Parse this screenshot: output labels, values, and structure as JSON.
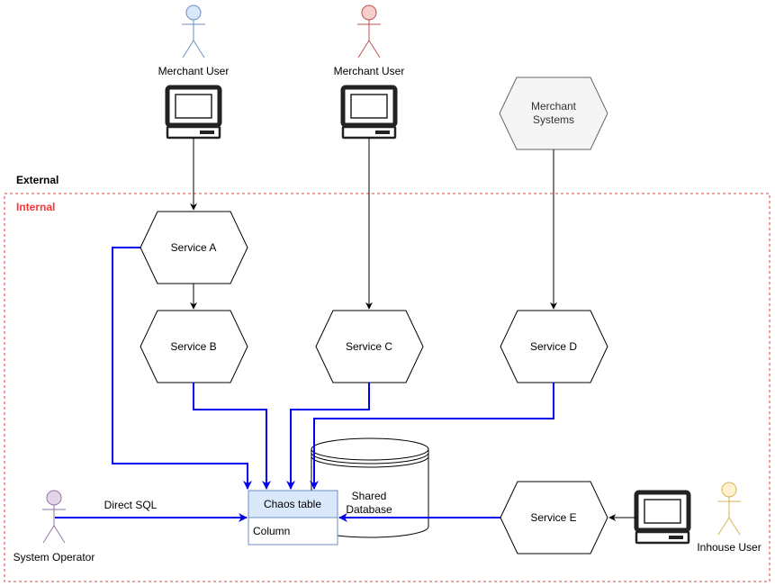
{
  "zones": {
    "external": {
      "label": "External"
    },
    "internal": {
      "label": "Internal",
      "color": "#ff3333"
    }
  },
  "actors": {
    "merchant_user_1": {
      "label": "Merchant User",
      "stroke": "#6c8ebf",
      "fill": "#dae8fc"
    },
    "merchant_user_2": {
      "label": "Merchant User",
      "stroke": "#b85450",
      "fill": "#f8cecc"
    },
    "system_operator": {
      "label": "System Operator",
      "stroke": "#9673a6",
      "fill": "#e1d5e7"
    },
    "inhouse_user": {
      "label": "Inhouse User",
      "stroke": "#d6b656",
      "fill": "#fff2cc"
    }
  },
  "external_systems": {
    "merchant_systems": {
      "label_line1": "Merchant",
      "label_line2": "Systems",
      "fill": "#f5f5f5",
      "stroke": "#666666"
    }
  },
  "services": {
    "a": {
      "label": "Service A"
    },
    "b": {
      "label": "Service B"
    },
    "c": {
      "label": "Service C"
    },
    "d": {
      "label": "Service D"
    },
    "e": {
      "label": "Service E"
    }
  },
  "database": {
    "label_line1": "Shared",
    "label_line2": "Database"
  },
  "table": {
    "header": "Chaos table",
    "row": "Column",
    "header_fill": "#dae8fc",
    "stroke": "#6c8ebf"
  },
  "edges": {
    "direct_sql_label": "Direct SQL",
    "db_access_color": "#0000ee"
  }
}
